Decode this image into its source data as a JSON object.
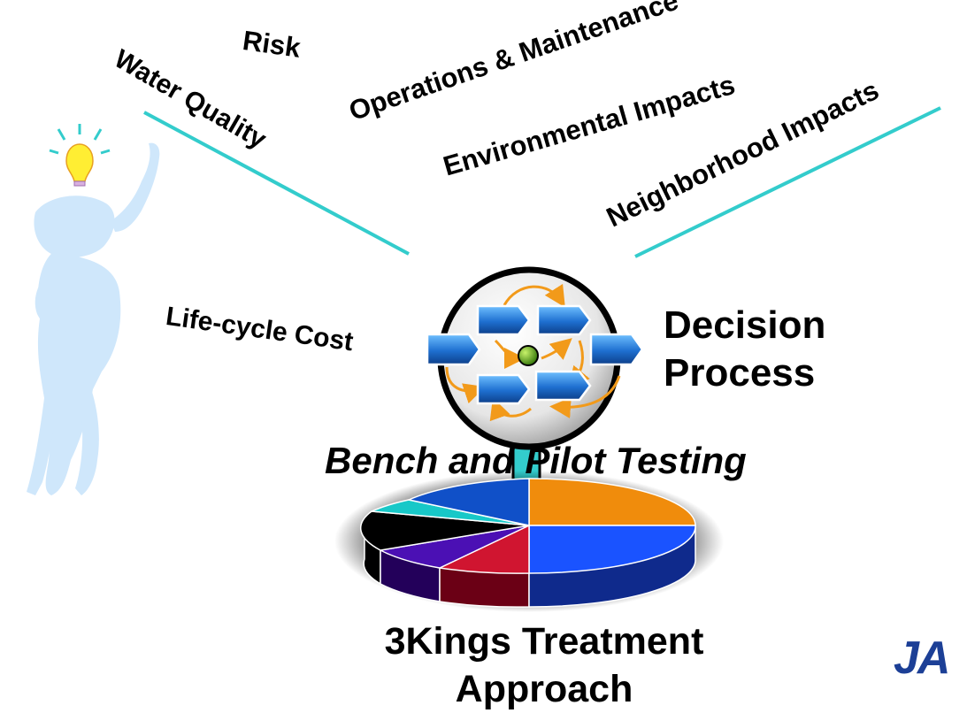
{
  "factors": {
    "risk": "Risk",
    "water_quality": "Water Quality",
    "operations": "Operations & Maintenance",
    "environmental": "Environmental Impacts",
    "neighborhood": "Neighborhood Impacts",
    "lifecycle": "Life-cycle Cost"
  },
  "decision": {
    "line1": "Decision",
    "line2": "Process"
  },
  "bench": "Bench and Pilot Testing",
  "approach": {
    "line1": "3Kings Treatment",
    "line2": "Approach"
  },
  "logo_text": "JA",
  "colors": {
    "line": "#33cccc",
    "figure": "#cfe7fb",
    "bulb": "#ffee33",
    "arrow_box": "#1e6fd0",
    "orange_arrow": "#f29a1a"
  },
  "icons": [
    "lightbulb-icon",
    "thinking-person-figure",
    "process-cycle-icon",
    "pie-chart-3d"
  ]
}
